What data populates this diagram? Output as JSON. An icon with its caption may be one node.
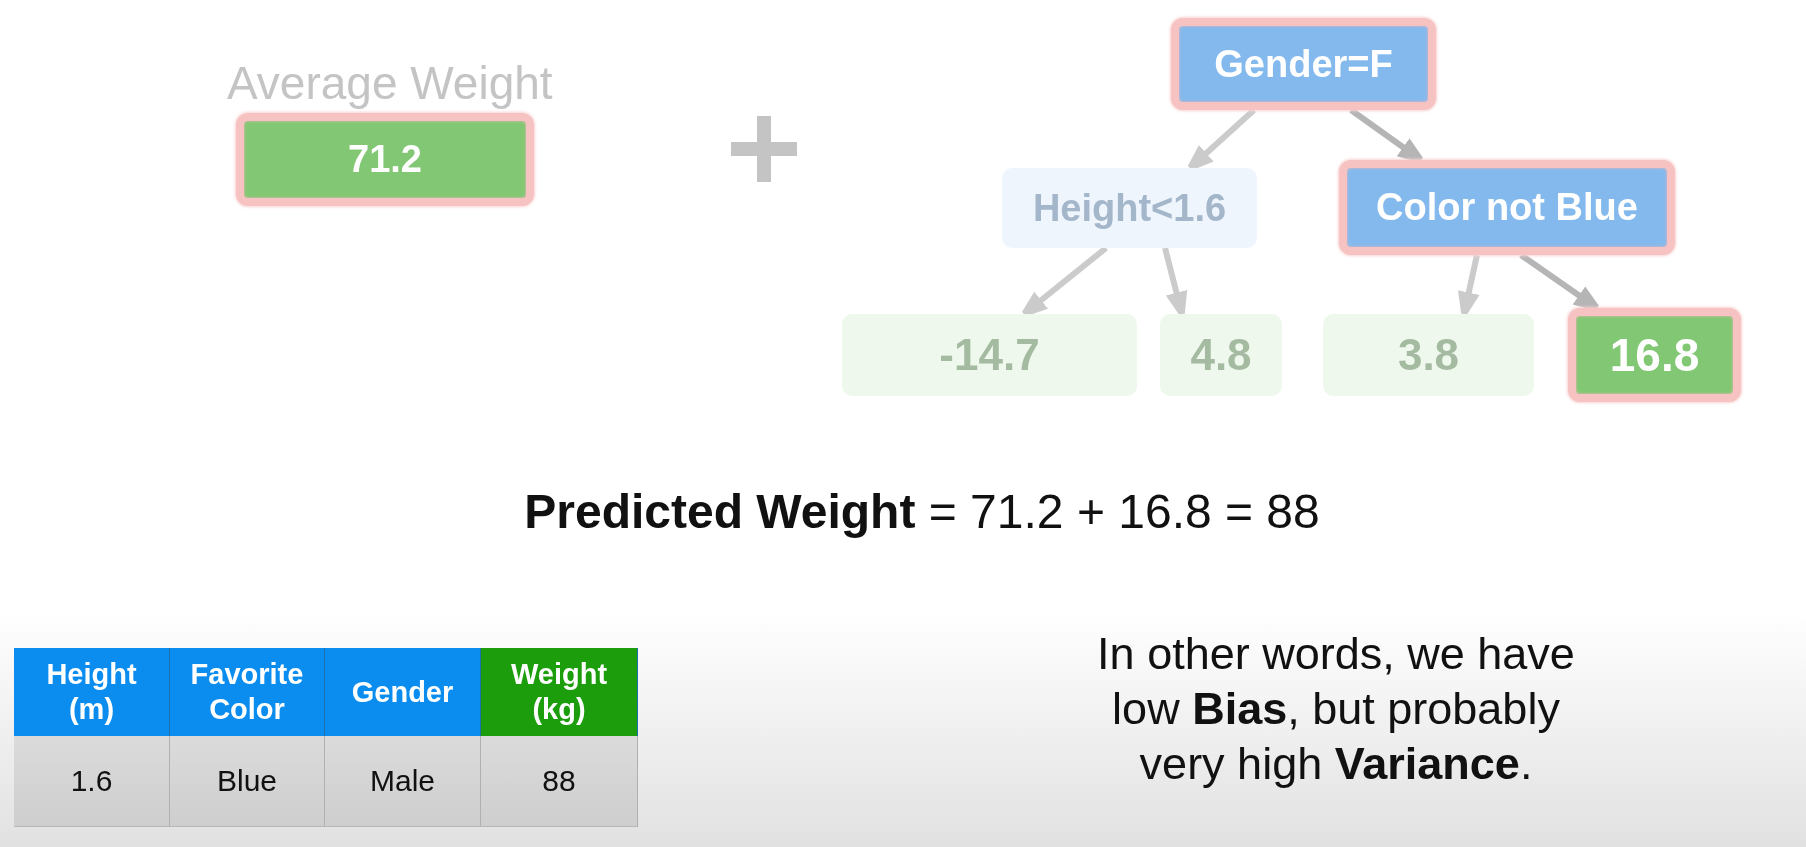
{
  "diagram": {
    "nodes": [
      {
        "text": [
          "Average Weight",
          "71.2"
        ]
      },
      {
        "text": [
          "Gender=F"
        ]
      },
      {
        "text": [
          "Height<1.6"
        ]
      },
      {
        "text": [
          "Color not Blue"
        ]
      },
      {
        "text": [
          "-14.7"
        ]
      },
      {
        "text": [
          "4.8"
        ]
      },
      {
        "text": [
          "3.8"
        ]
      },
      {
        "text": [
          "16.8"
        ]
      }
    ],
    "edges": [
      {
        "from": 1,
        "to": 2,
        "arrow": "to"
      },
      {
        "from": 1,
        "to": 3,
        "arrow": "to",
        "color": "#b5b5b5"
      },
      {
        "from": 2,
        "to": 4,
        "arrow": "to"
      },
      {
        "from": 2,
        "to": 5,
        "arrow": "to"
      },
      {
        "from": 3,
        "to": 6,
        "arrow": "to"
      },
      {
        "from": 3,
        "to": 7,
        "arrow": "to",
        "color": "#b5b5b5"
      }
    ],
    "labels": [
      "**Predicted Weight** = 71.2 + 16.8 = 88",
      "Height (m)",
      "Favorite Color",
      "Gender",
      "Weight (kg)",
      "1.6",
      "Blue",
      "Male",
      "88",
      "In other words, we have low **Bias**, but probably very high **Variance**."
    ]
  }
}
